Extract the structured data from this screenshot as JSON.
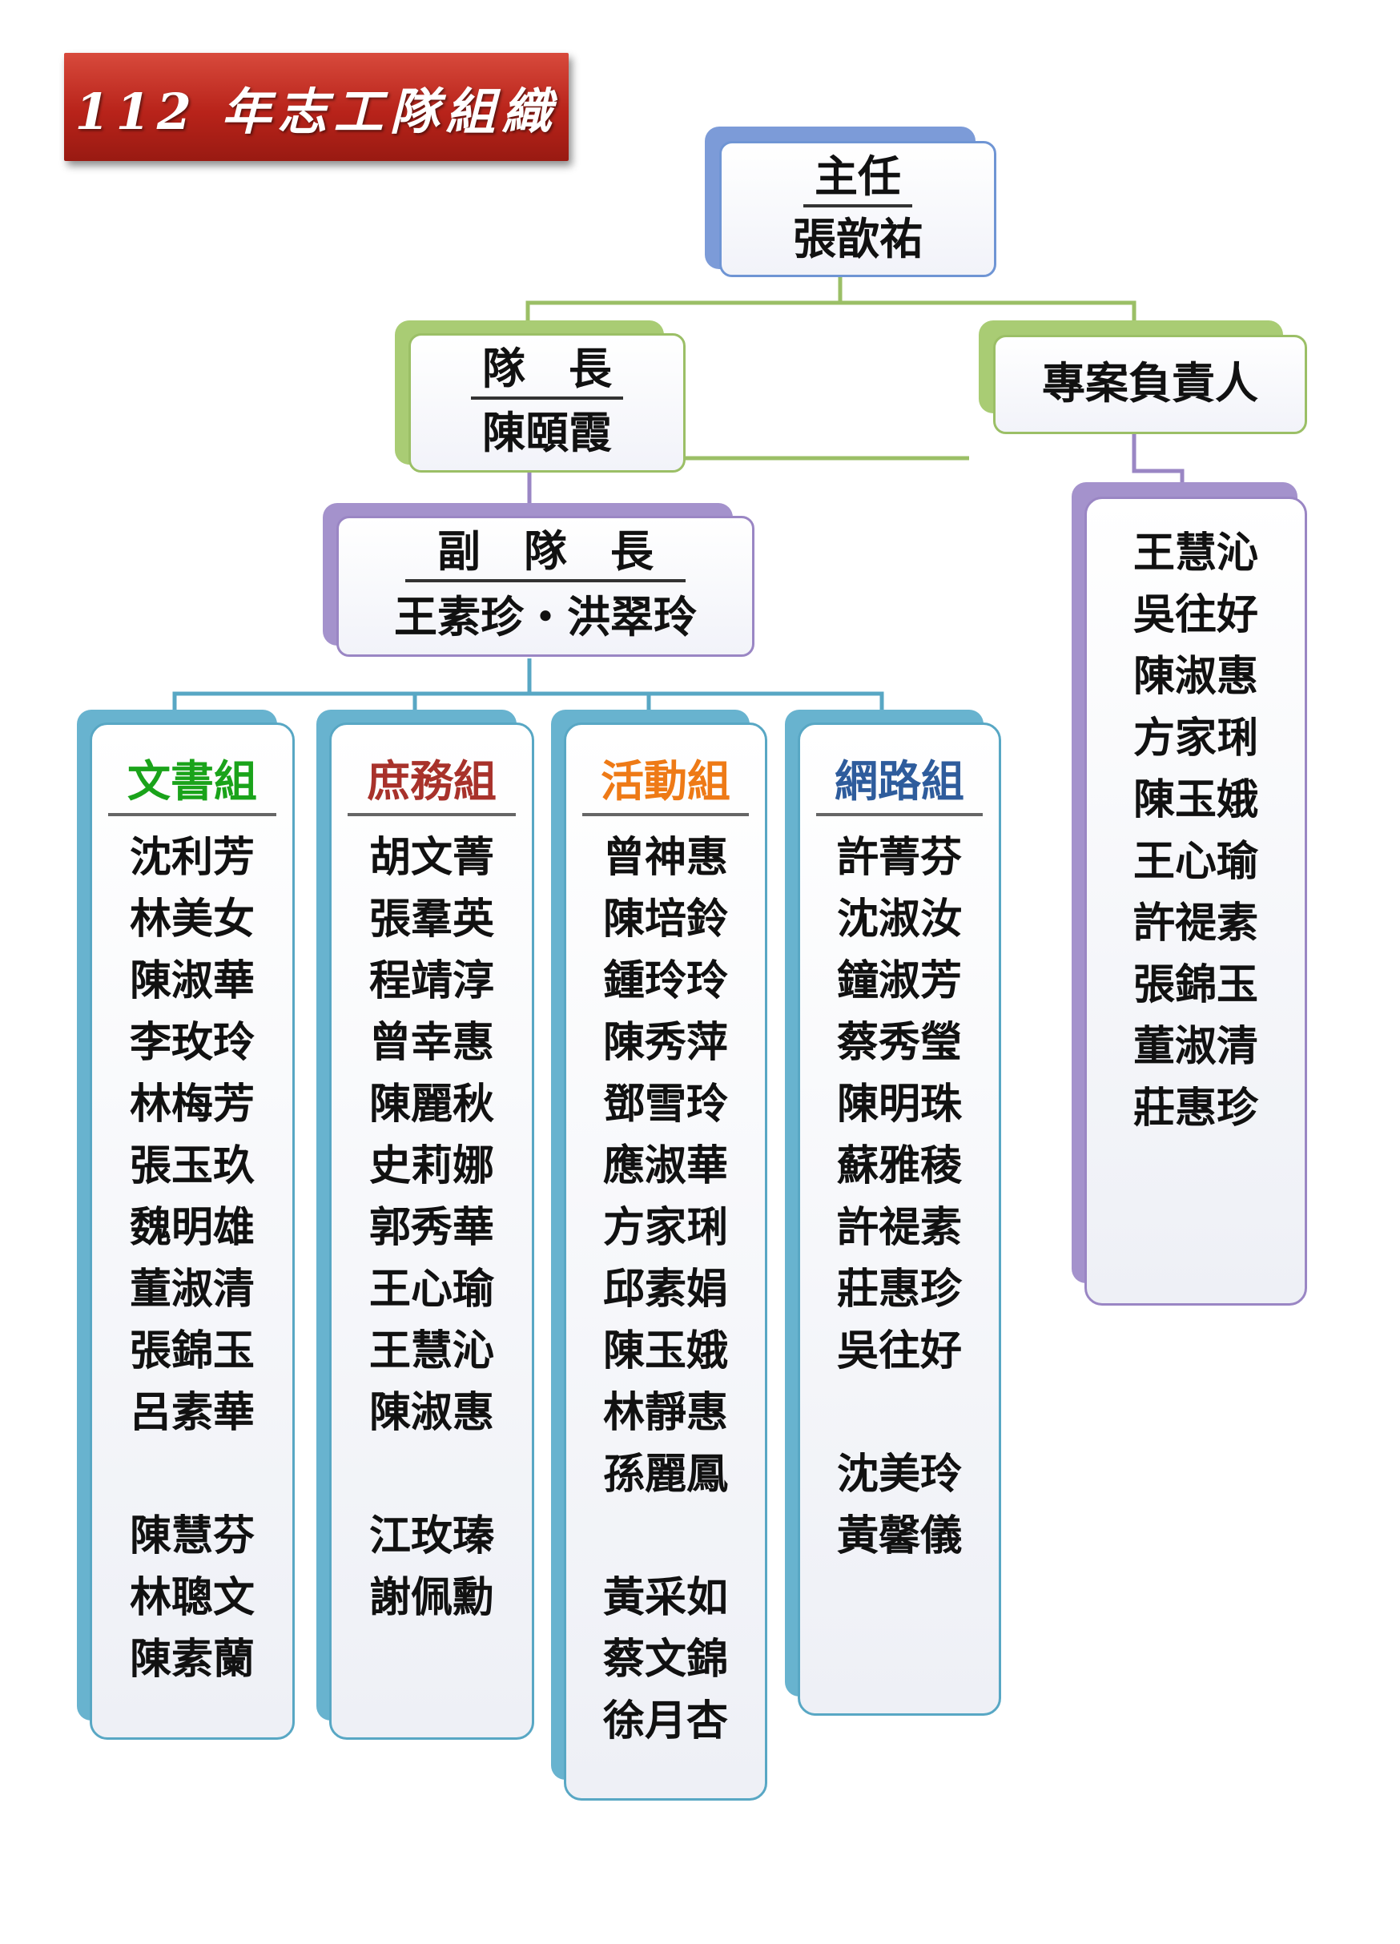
{
  "title": "112 年志工隊組織",
  "director": {
    "title": "主任",
    "name": "張歆祐"
  },
  "captain": {
    "title": "隊　長",
    "name": "陳頤霞"
  },
  "project_lead": {
    "title": "專案負責人",
    "members": [
      "王慧沁",
      "吳往好",
      "陳淑惠",
      "方家琍",
      "陳玉娥",
      "王心瑜",
      "許禔素",
      "張錦玉",
      "董淑清",
      "莊惠珍"
    ]
  },
  "vice_captain": {
    "title": "副　隊　長",
    "name": "王素珍・洪翠玲"
  },
  "groups": [
    {
      "name": "文書組",
      "color": "#1aa31a",
      "members": [
        "沈利芳",
        "林美女",
        "陳淑華",
        "李玫玲",
        "林梅芳",
        "張玉玖",
        "魏明雄",
        "董淑清",
        "張錦玉",
        "呂素華",
        "",
        "陳慧芬",
        "林聰文",
        "陳素蘭"
      ]
    },
    {
      "name": "庶務組",
      "color": "#a8322b",
      "members": [
        "胡文菁",
        "張羣英",
        "程靖淳",
        "曾幸惠",
        "陳麗秋",
        "史莉娜",
        "郭秀華",
        "王心瑜",
        "王慧沁",
        "陳淑惠",
        "",
        "江玫瑧",
        "謝佩勳"
      ]
    },
    {
      "name": "活動組",
      "color": "#ee7a16",
      "members": [
        "曾神惠",
        "陳培鈴",
        "鍾玲玲",
        "陳秀萍",
        "鄧雪玲",
        "應淑華",
        "方家琍",
        "邱素娟",
        "陳玉娥",
        "林靜惠",
        "孫麗鳳",
        "",
        "黃采如",
        "蔡文錦",
        "徐月杏"
      ]
    },
    {
      "name": "網路組",
      "color": "#2e5c9c",
      "members": [
        "許菁芬",
        "沈淑汝",
        "鐘淑芳",
        "蔡秀瑩",
        "陳明珠",
        "蘇雅稜",
        "許禔素",
        "莊惠珍",
        "吳往好",
        "",
        "沈美玲",
        "黃馨儀"
      ]
    }
  ],
  "colors": {
    "blue": "#6f95d4",
    "green": "#9bbf66",
    "purple": "#9a86c4",
    "teal": "#58a7c4"
  }
}
